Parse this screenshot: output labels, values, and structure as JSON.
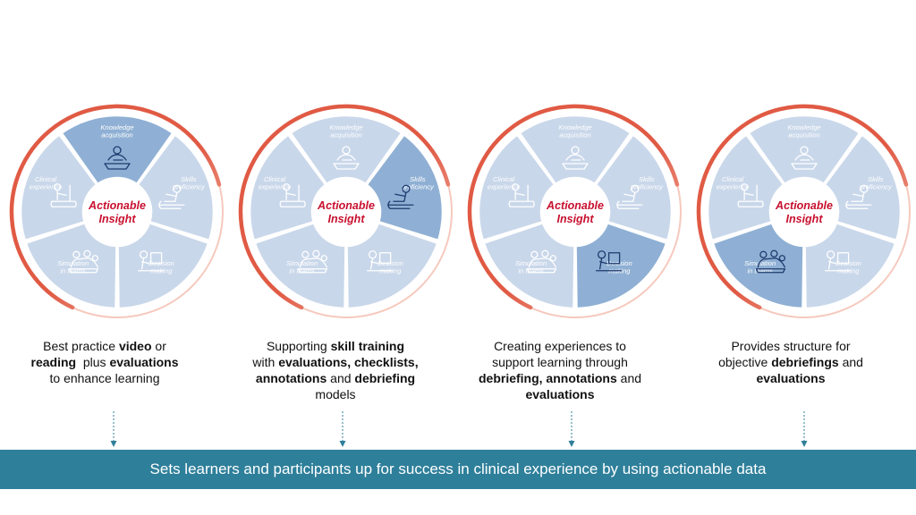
{
  "center_label": [
    "Actionable",
    "Insight"
  ],
  "segments": [
    {
      "id": "knowledge",
      "lines": [
        "Knowledge",
        "acquisition"
      ]
    },
    {
      "id": "skills",
      "lines": [
        "Skills",
        "proficiency"
      ]
    },
    {
      "id": "decision",
      "lines": [
        "Decision",
        "making"
      ]
    },
    {
      "id": "simulation",
      "lines": [
        "Simulation",
        "in teams"
      ]
    },
    {
      "id": "clinical",
      "lines": [
        "Clinical",
        "experience"
      ]
    }
  ],
  "wheels": [
    {
      "highlight": "knowledge",
      "description": [
        [
          {
            "t": "Best practice "
          },
          {
            "t": "video",
            "b": true
          },
          {
            "t": " or"
          }
        ],
        [
          {
            "t": "reading",
            "b": true
          },
          {
            "t": "  plus "
          },
          {
            "t": "evaluations",
            "b": true
          }
        ],
        [
          {
            "t": "to enhance learning"
          }
        ]
      ]
    },
    {
      "highlight": "skills",
      "description": [
        [
          {
            "t": "Supporting "
          },
          {
            "t": "skill training",
            "b": true
          }
        ],
        [
          {
            "t": "with "
          },
          {
            "t": "evaluations, checklists,",
            "b": true
          }
        ],
        [
          {
            "t": "annotations",
            "b": true
          },
          {
            "t": " and "
          },
          {
            "t": "debriefing",
            "b": true
          }
        ],
        [
          {
            "t": "models"
          }
        ]
      ]
    },
    {
      "highlight": "decision",
      "description": [
        [
          {
            "t": "Creating experiences to"
          }
        ],
        [
          {
            "t": "support learning through"
          }
        ],
        [
          {
            "t": "debriefing, annotations",
            "b": true
          },
          {
            "t": " and"
          }
        ],
        [
          {
            "t": "evaluations",
            "b": true
          }
        ]
      ]
    },
    {
      "highlight": "simulation",
      "description": [
        [
          {
            "t": "Provides structure for"
          }
        ],
        [
          {
            "t": "objective "
          },
          {
            "t": "debriefings",
            "b": true
          },
          {
            "t": " and"
          }
        ],
        [
          {
            "t": "evaluations",
            "b": true
          }
        ]
      ]
    }
  ],
  "banner_text": "Sets learners and participants up for success in clinical experience by using actionable data",
  "colors": {
    "segment": "#c9d7ea",
    "segment_highlight": "#8fb0d4",
    "center": "#ffffff",
    "ring": "#e05a44",
    "ring_light": "#f6c9bd",
    "title_red": "#c8102e",
    "icon": "#7f96b6",
    "icon_highlight": "#1f3a6e",
    "banner": "#2e7f9a",
    "arrow": "#2e7f9a"
  }
}
